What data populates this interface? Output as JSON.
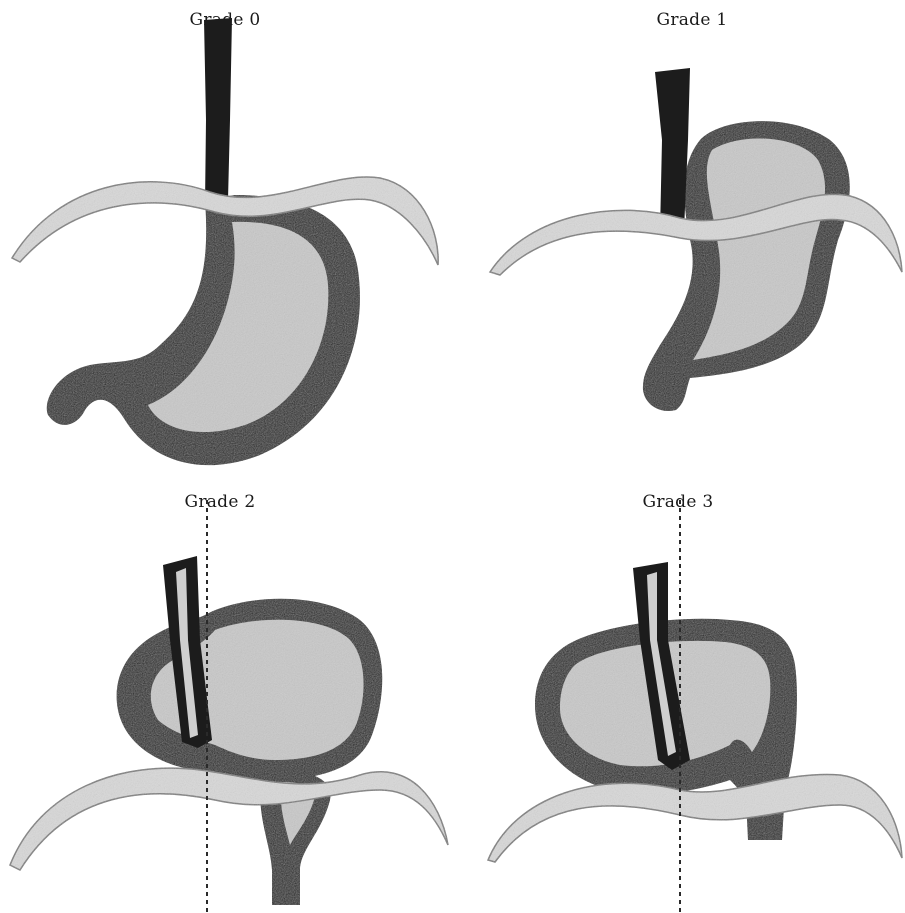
{
  "panels": [
    {
      "id": "grade-0",
      "title": "Grade 0",
      "has_dashed_line": false
    },
    {
      "id": "grade-1",
      "title": "Grade 1",
      "has_dashed_line": false
    },
    {
      "id": "grade-2",
      "title": "Grade 2",
      "has_dashed_line": true
    },
    {
      "id": "grade-3",
      "title": "Grade 3",
      "has_dashed_line": true
    }
  ],
  "colors": {
    "wall": "#1c1c1c",
    "lumen": "#c9c9c9",
    "diaphragm": "#d8d8d8",
    "diaphragm_edge": "#8a8a8a",
    "background": "#ffffff"
  }
}
